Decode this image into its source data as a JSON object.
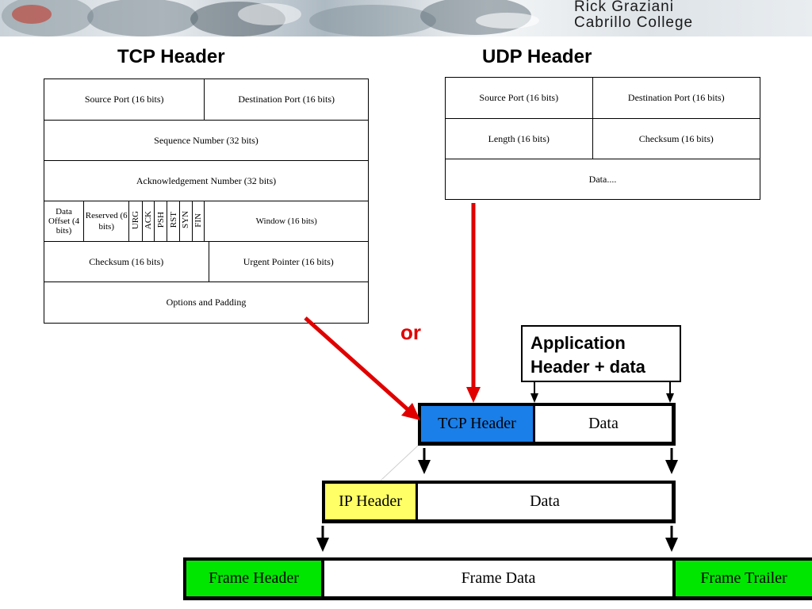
{
  "banner": {
    "author_line1": "Rick Graziani",
    "author_line2": "Cabrillo College"
  },
  "tcp_header": {
    "title": "TCP Header",
    "source_port": "Source Port (16 bits)",
    "destination_port": "Destination Port (16 bits)",
    "sequence_number": "Sequence Number (32 bits)",
    "ack_number": "Acknowledgement Number (32 bits)",
    "data_offset": "Data Offset (4 bits)",
    "reserved": "Reserved (6 bits)",
    "flags": [
      "URG",
      "ACK",
      "PSH",
      "RST",
      "SYN",
      "FIN"
    ],
    "window": "Window (16 bits)",
    "checksum": "Checksum (16 bits)",
    "urgent_pointer": "Urgent Pointer (16 bits)",
    "options": "Options and Padding"
  },
  "udp_header": {
    "title": "UDP Header",
    "source_port": "Source Port (16 bits)",
    "destination_port": "Destination Port (16 bits)",
    "length": "Length (16 bits)",
    "checksum": "Checksum (16 bits)",
    "data": "Data...."
  },
  "or_label": "or",
  "application_box": {
    "line1": "Application",
    "line2": "Header + data"
  },
  "segment": {
    "header": "TCP Header",
    "data": "Data"
  },
  "packet": {
    "header": "IP Header",
    "data": "Data"
  },
  "frame": {
    "header": "Frame Header",
    "data": "Frame Data",
    "trailer": "Frame Trailer"
  },
  "colors": {
    "tcp_header_fill": "#1a7fe8",
    "ip_header_fill": "#ffff66",
    "frame_fill": "#00e600",
    "arrow_red": "#e00000"
  }
}
